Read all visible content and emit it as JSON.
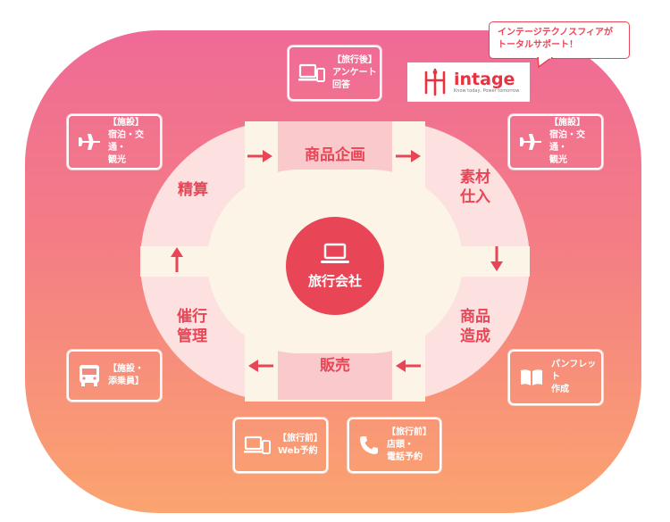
{
  "bubble": {
    "line1": "インテージテクノスフィアが",
    "line2": "トータルサポート！"
  },
  "logo": {
    "word": "intage",
    "tagline": "Know today, Power tomorrow"
  },
  "center": {
    "label": "旅行会社",
    "icon": "laptop-icon"
  },
  "processes": {
    "top": "商品企画",
    "right_top_1": "素材",
    "right_top_2": "仕入",
    "right_bottom_1": "商品",
    "right_bottom_2": "造成",
    "bottom": "販売",
    "left_bottom_1": "催行",
    "left_bottom_2": "管理",
    "left_top": "精算"
  },
  "cards": {
    "after_trip": {
      "l1": "【旅行後】",
      "l2": "アンケート",
      "l3": "回答",
      "icon": "devices-icon"
    },
    "facility_left": {
      "l1": "【施設】",
      "l2": "宿泊・交通・",
      "l3": "観光",
      "icon": "airplane-icon"
    },
    "facility_right": {
      "l1": "【施設】",
      "l2": "宿泊・交通・",
      "l3": "観光",
      "icon": "airplane-icon"
    },
    "bus": {
      "l1": "【施設・",
      "l2": "添乗員】",
      "icon": "bus-icon"
    },
    "pamphlet": {
      "l1": "パンフレット",
      "l2": "作成",
      "icon": "book-icon"
    },
    "web": {
      "l1": "【旅行前】",
      "l2": "Web予約",
      "icon": "devices-icon"
    },
    "phone": {
      "l1": "【旅行前】",
      "l2": "店頭・",
      "l3": "電話予約",
      "icon": "phone-icon"
    }
  },
  "colors": {
    "accent": "#e84657",
    "gradient_top": "#ef6a96",
    "gradient_bottom": "#fba46f",
    "inner": "#fde0e0",
    "cream": "#fcf4e6",
    "process_box": "#fac9cc"
  }
}
